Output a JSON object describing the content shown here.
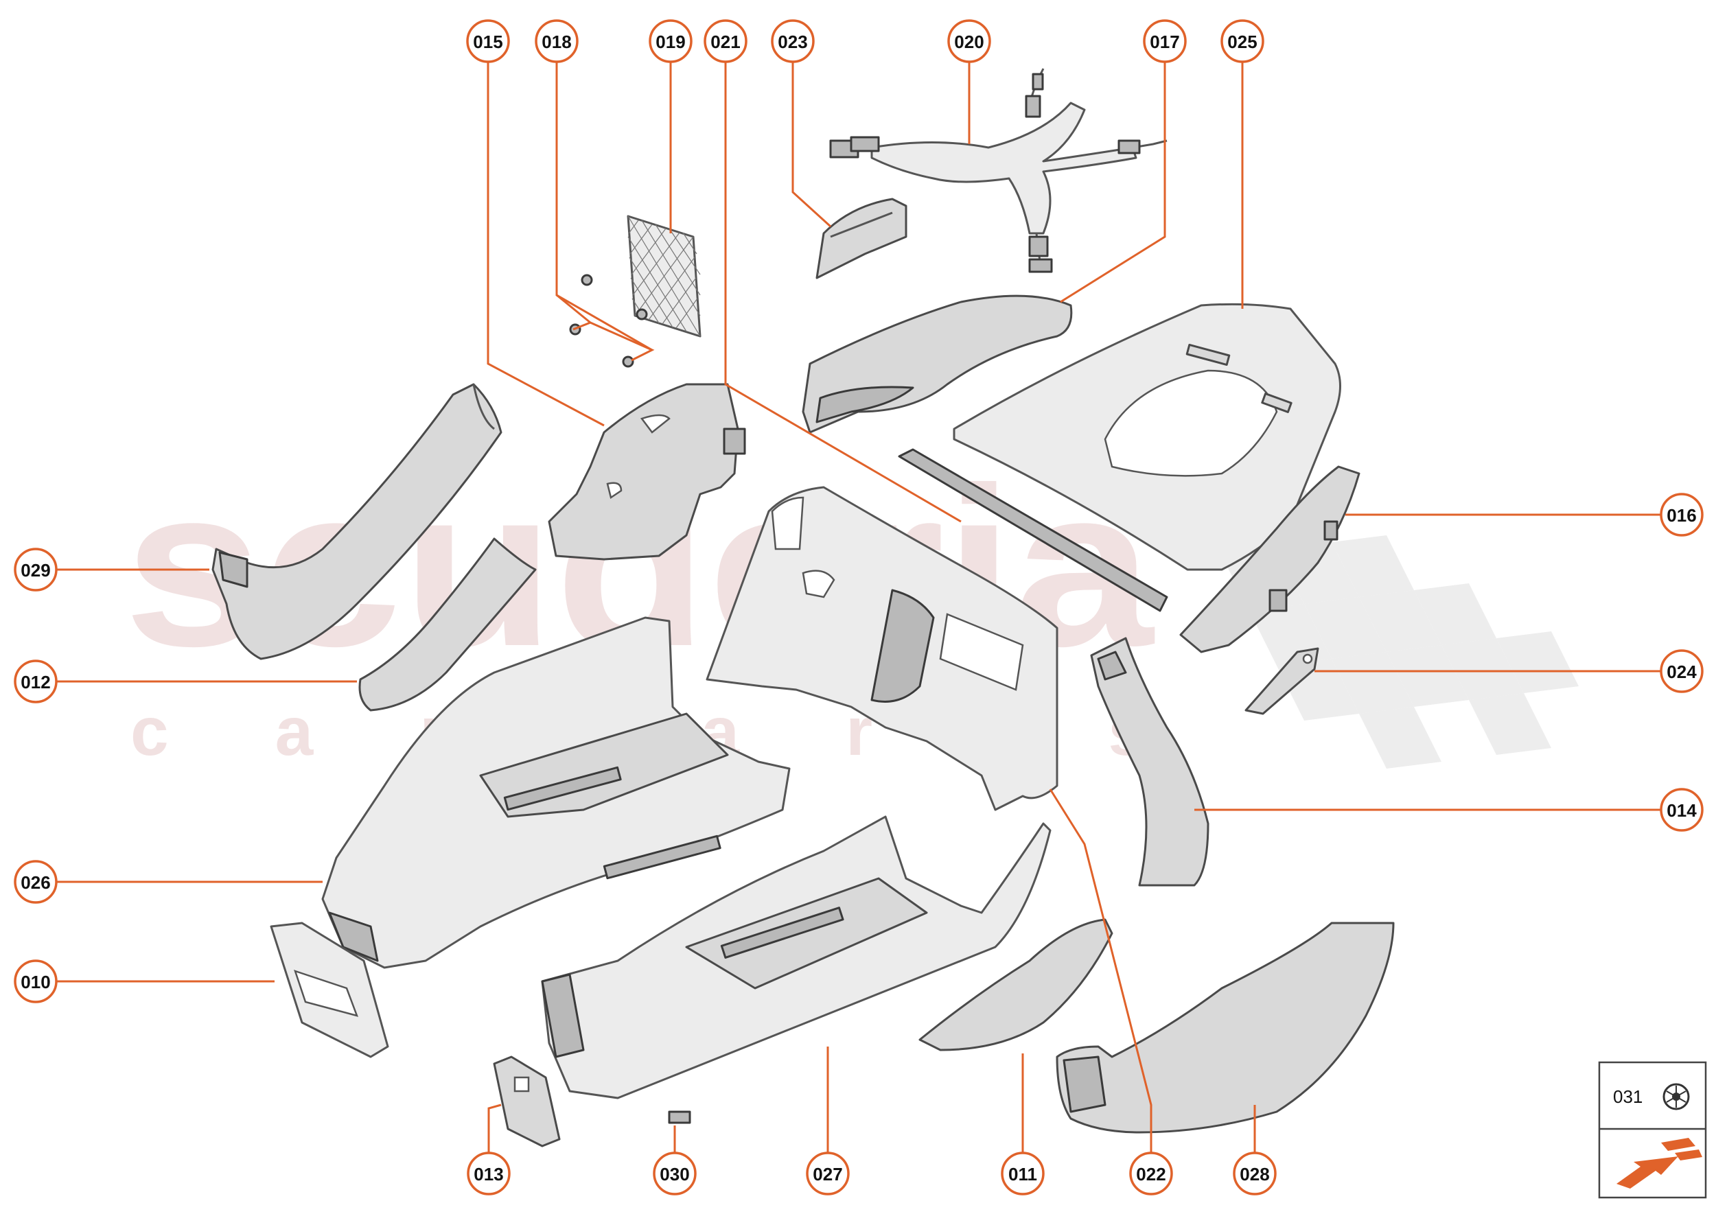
{
  "watermark": {
    "main": "scuderia",
    "sub": "c a r   p a r t s"
  },
  "callouts": {
    "015": "015",
    "018": "018",
    "019": "019",
    "021": "021",
    "023": "023",
    "020": "020",
    "017": "017",
    "025": "025",
    "016": "016",
    "029": "029",
    "012": "012",
    "024": "024",
    "014": "014",
    "026": "026",
    "010": "010",
    "013": "013",
    "030": "030",
    "027": "027",
    "011": "011",
    "022": "022",
    "028": "028"
  },
  "legend": {
    "label": "031"
  },
  "colors": {
    "callout": "#e0622a",
    "accent_arrow": "#e0622a"
  }
}
